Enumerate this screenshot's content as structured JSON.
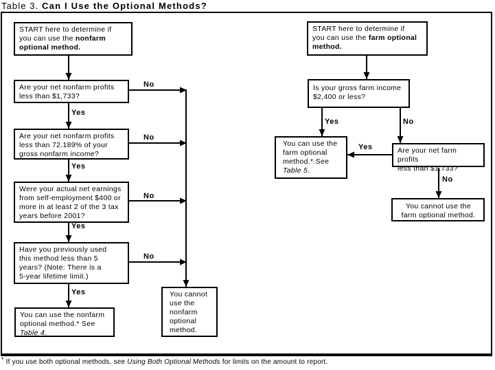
{
  "title": {
    "prefix": "Table 3. ",
    "bold": "Can I Use the Optional Methods?"
  },
  "labels": {
    "yes": "Yes",
    "no": "No"
  },
  "nonfarm": {
    "start_text": "START here to determine if\nyou can use the ",
    "start_bold": "nonfarm\noptional method.",
    "q1": "Are your net nonfarm profits\nless than $1,733?",
    "q2": "Are your net nonfarm profits\nless than 72.189% of your\ngross nonfarm income?",
    "q3": "Were your actual net earnings\nfrom self-employment $400 or\nmore in at least 2 of the 3 tax\nyears before 2001?",
    "q4": "Have you previously used\nthis method less than 5\nyears? (Note: There is a\n5-year lifetime limit.)",
    "can_use_text": "You can use the nonfarm\noptional method.* See\n",
    "can_use_ref": "Table 4",
    "can_use_suffix": ".",
    "cannot_use": "You cannot\nuse the\nnonfarm\noptional\nmethod."
  },
  "farm": {
    "start_text": "START here to determine if\nyou can use the ",
    "start_bold": "farm optional\nmethod.",
    "q1": "Is your gross farm income\n$2,400 or less?",
    "q2": "Are your net farm profits\nless than $1,733?",
    "can_use_text": "You can use the\nfarm optional\nmethod.* See\n",
    "can_use_ref": "Table 5",
    "can_use_suffix": ".",
    "cannot_use": "You cannot use the\nfarm optional method."
  },
  "footnote": {
    "star": "*",
    "text": " If you use both optional methods, see ",
    "italic": "Using Both Optional Methods",
    "suffix": " for limits on the amount to report."
  }
}
